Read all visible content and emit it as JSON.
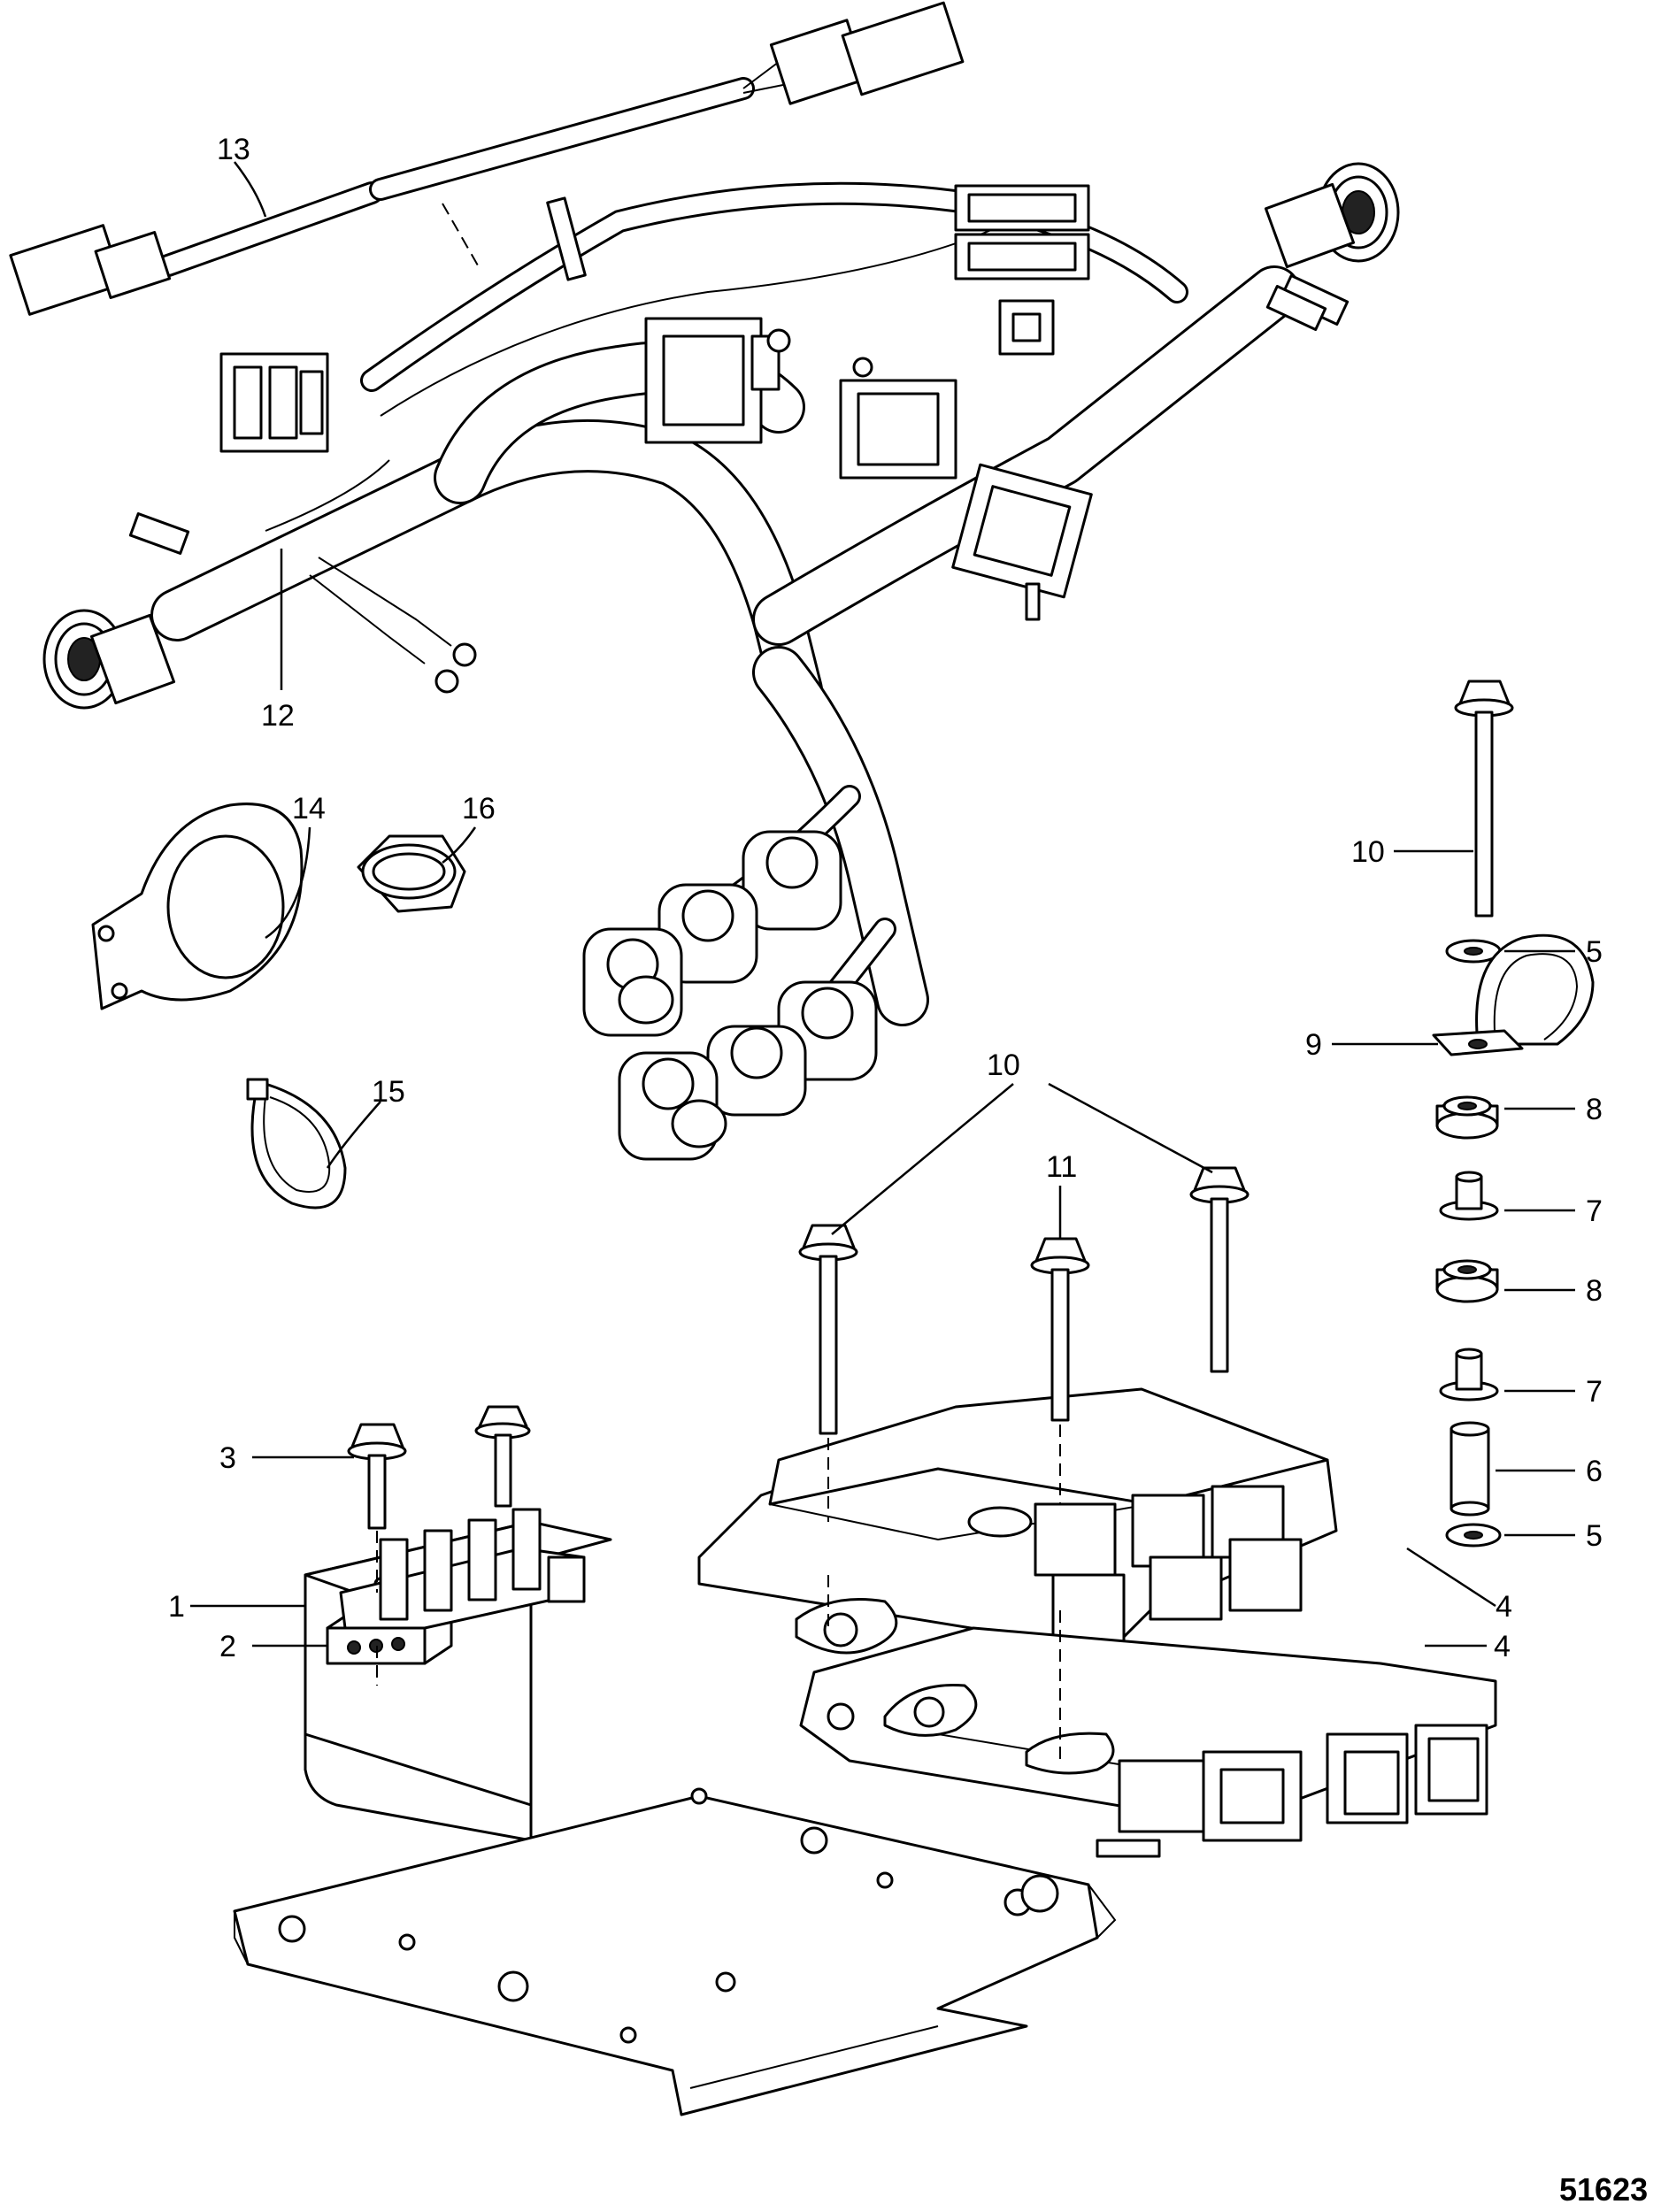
{
  "callouts": {
    "c1": "1",
    "c2": "2",
    "c3": "3",
    "c4a": "4",
    "c4b": "4",
    "c5a": "5",
    "c5b": "5",
    "c6": "6",
    "c7a": "7",
    "c7b": "7",
    "c8a": "8",
    "c8b": "8",
    "c9": "9",
    "c10a": "10",
    "c10b": "10",
    "c11": "11",
    "c12": "12",
    "c13": "13",
    "c14": "14",
    "c15": "15",
    "c16": "16"
  },
  "reference_number": "51623",
  "colors": {
    "line": "#000000",
    "background": "#ffffff"
  }
}
